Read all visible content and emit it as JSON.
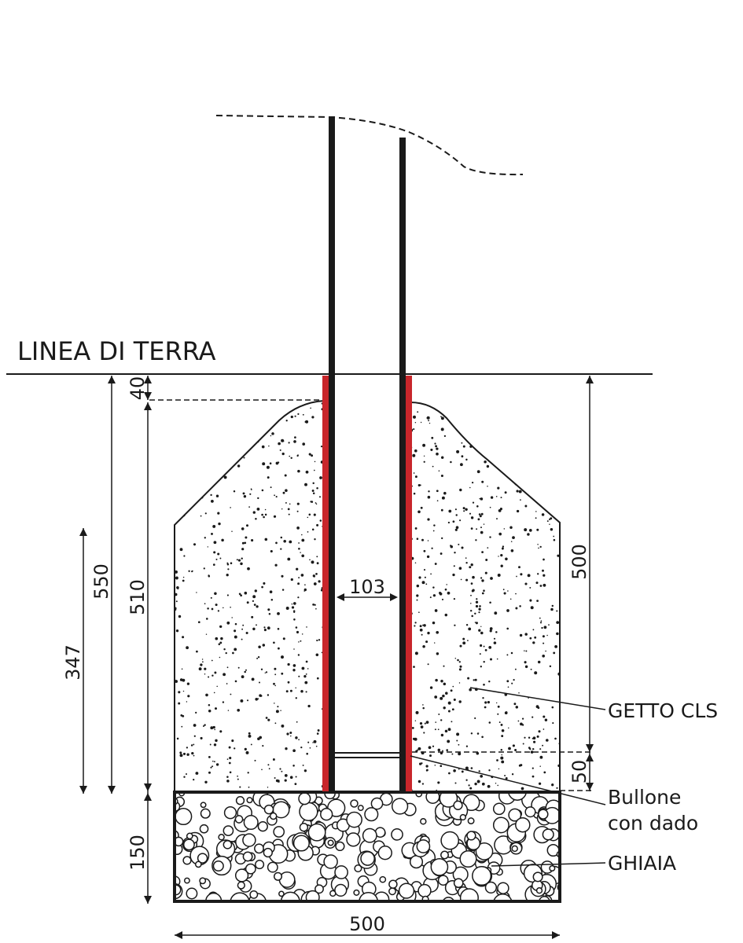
{
  "labels": {
    "ground_line": "LINEA DI TERRA",
    "concrete": "GETTO CLS",
    "bolt_line1": "Bullone",
    "bolt_line2": "con dado",
    "gravel": "GHIAIA"
  },
  "dimensions": {
    "d40": "40",
    "d550": "550",
    "d510": "510",
    "d347": "347",
    "d103": "103",
    "d500_right": "500",
    "d50": "50",
    "d150": "150",
    "d500_bottom": "500"
  },
  "colors": {
    "ink": "#1a1a1a",
    "sleeve": "#c8262b"
  }
}
